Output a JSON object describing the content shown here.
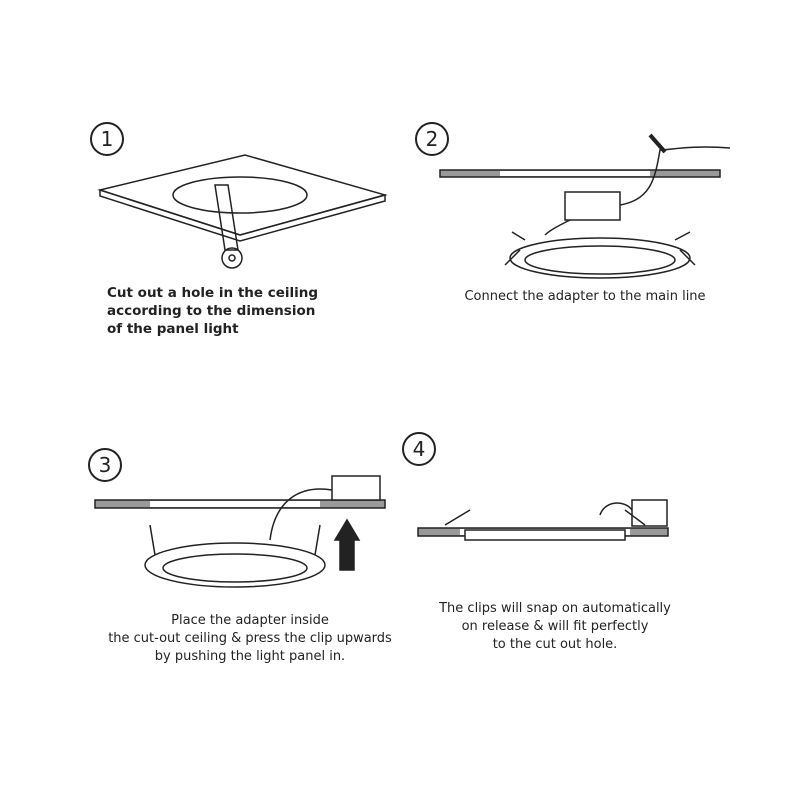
{
  "steps": [
    {
      "number": "1",
      "caption": [
        "Cut out a hole in the ceiling",
        "according to the dimension",
        "of the panel light"
      ]
    },
    {
      "number": "2",
      "caption": [
        "Connect the adapter to the main line"
      ]
    },
    {
      "number": "3",
      "caption": [
        "Place the adapter inside",
        "the cut-out ceiling & press the clip upwards",
        "by pushing the light panel in."
      ]
    },
    {
      "number": "4",
      "caption": [
        "The clips will snap on automatically",
        "on release & will fit perfectly",
        "to the cut out hole."
      ]
    }
  ]
}
